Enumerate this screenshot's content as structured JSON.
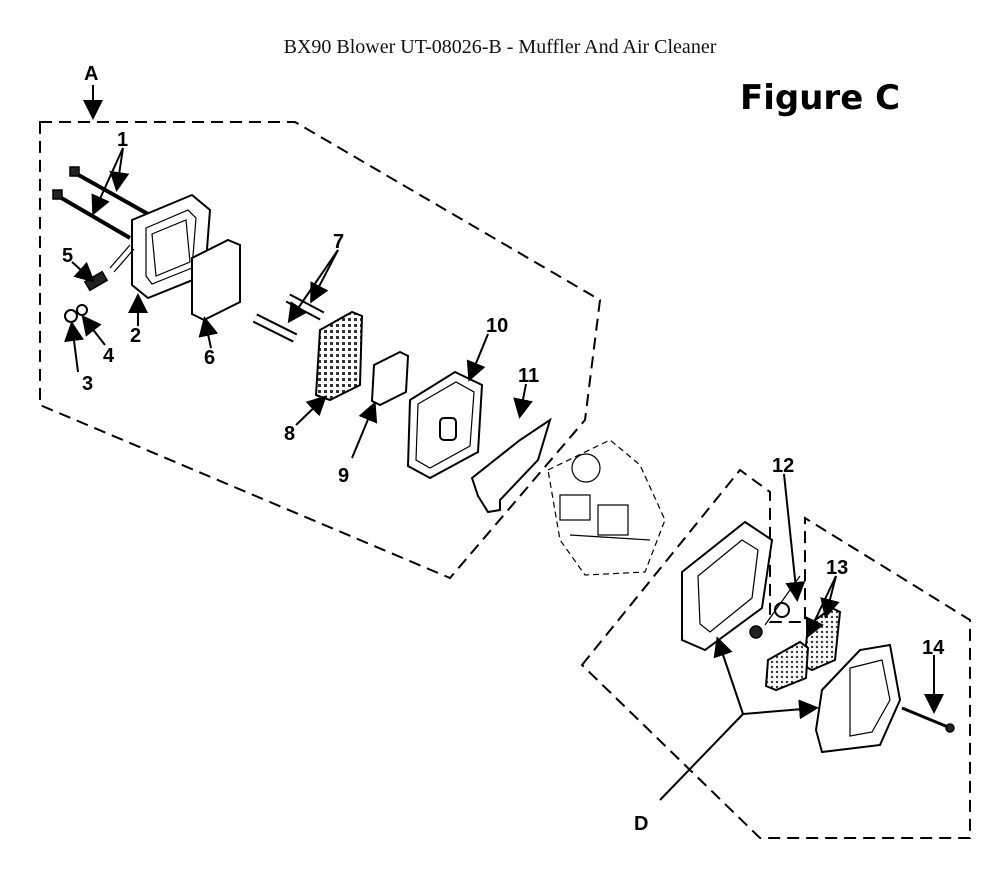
{
  "title": "BX90 Blower UT-08026-B - Muffler And Air Cleaner",
  "figure_label": "Figure C",
  "group_labels": {
    "a": "A",
    "d": "D"
  },
  "callouts": [
    "1",
    "2",
    "3",
    "4",
    "5",
    "6",
    "7",
    "8",
    "9",
    "10",
    "11",
    "12",
    "13",
    "14"
  ]
}
